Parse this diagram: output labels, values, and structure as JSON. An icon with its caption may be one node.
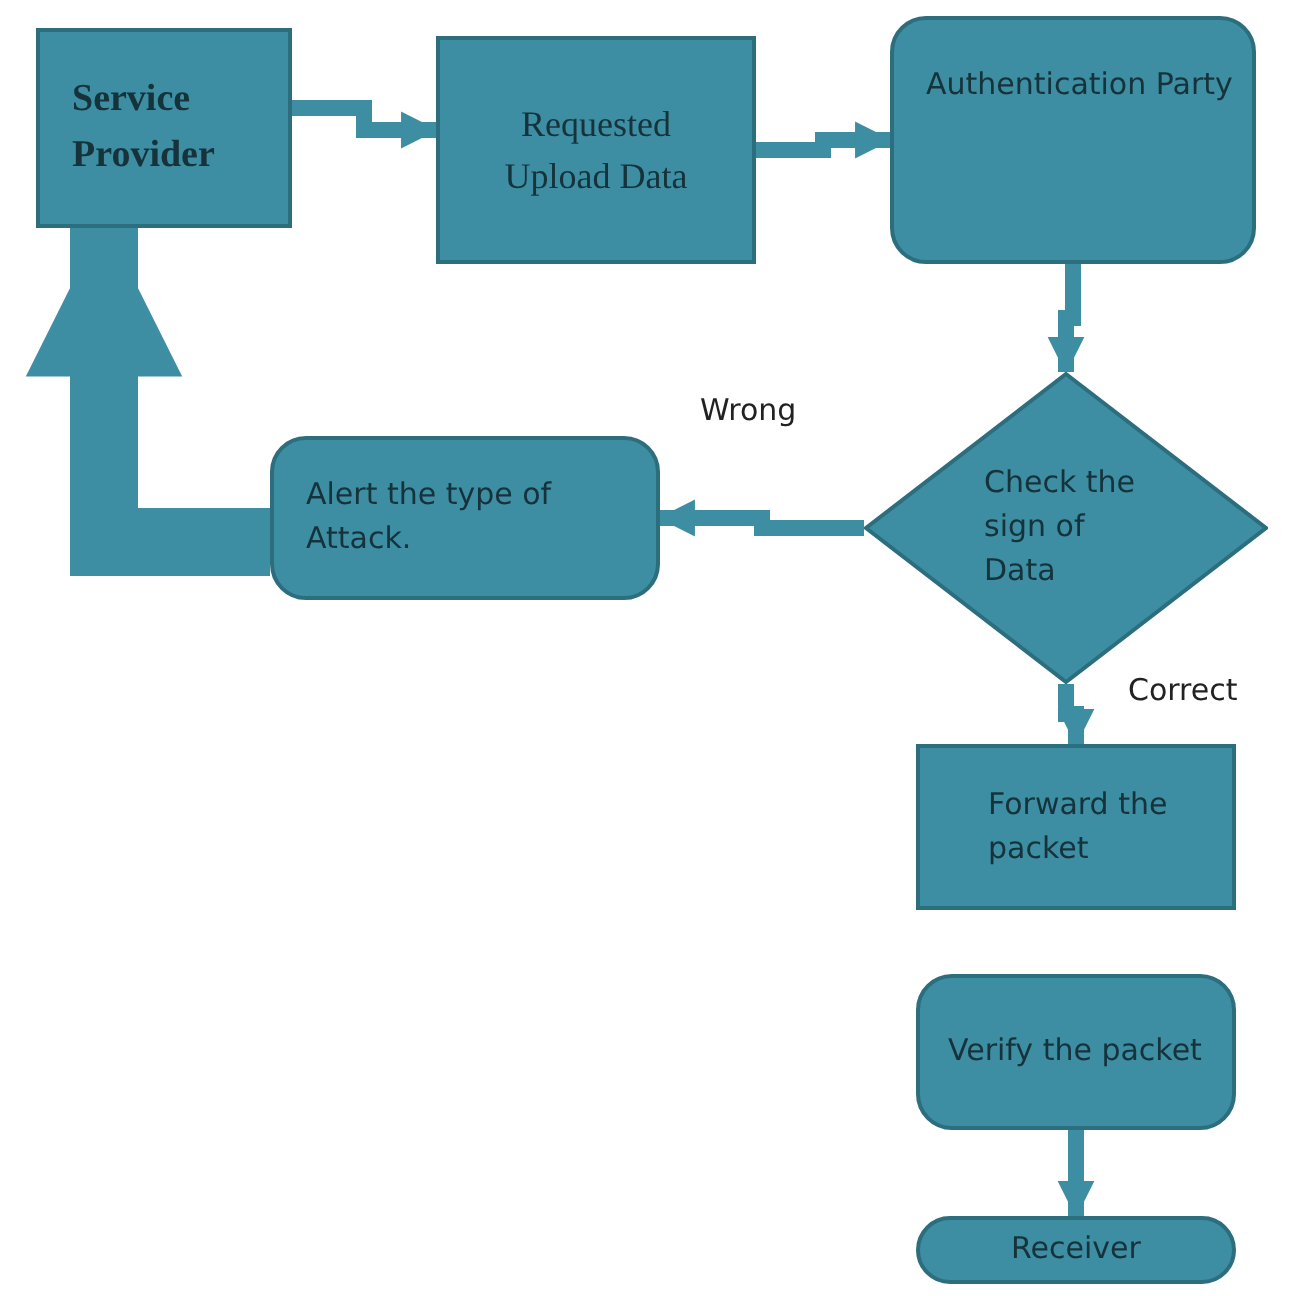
{
  "diagram": {
    "nodes": [
      {
        "text": [
          "Service Provider"
        ]
      },
      {
        "text": [
          "Requested Upload Data"
        ]
      },
      {
        "text": [
          "Authentication Party"
        ]
      },
      {
        "text": [
          "Check the sign of Data"
        ]
      },
      {
        "text": [
          "Alert the type of Attack."
        ]
      },
      {
        "text": [
          "Forward the packet"
        ]
      },
      {
        "text": [
          "Verify the packet"
        ]
      },
      {
        "text": [
          "Receiver"
        ]
      }
    ],
    "edges": [
      {
        "from": 0,
        "to": 1,
        "arrow": "to"
      },
      {
        "from": 1,
        "to": 2,
        "arrow": "to"
      },
      {
        "from": 2,
        "to": 3,
        "arrow": "to"
      },
      {
        "from": 3,
        "to": 4,
        "arrow": "to",
        "label": "Wrong"
      },
      {
        "from": 4,
        "to": 0,
        "arrow": "to",
        "style": "thick"
      },
      {
        "from": 3,
        "to": 5,
        "arrow": "to",
        "label": "Correct"
      },
      {
        "from": 6,
        "to": 7,
        "arrow": "to"
      }
    ]
  }
}
